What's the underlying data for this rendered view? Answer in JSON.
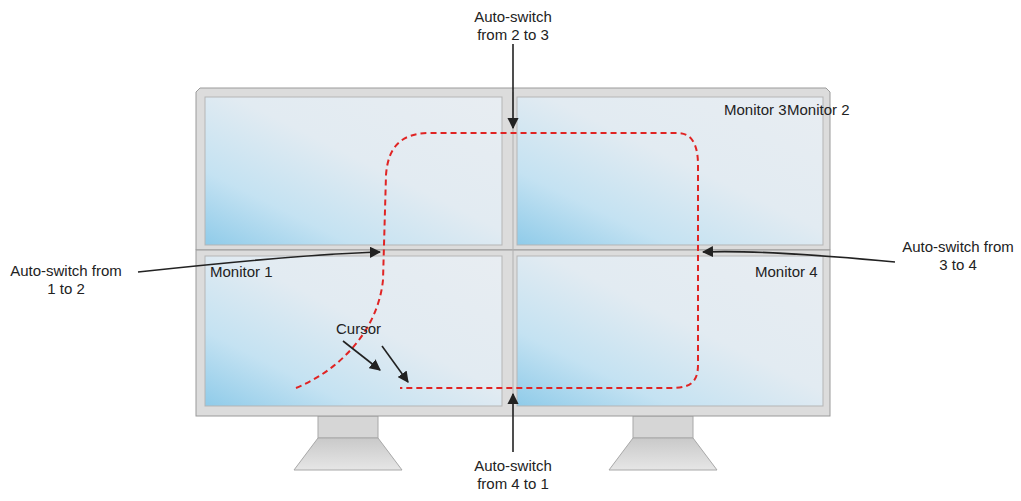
{
  "diagram": {
    "labels": [
      "Auto-switch from 2 to 3",
      "Monitor 3",
      "Monitor 2",
      "Auto-switch from 1 to 2",
      "Monitor 1",
      "Cursor",
      "Auto-switch from 3 to 4",
      "Monitor 4",
      "Auto-switch from 4 to 1"
    ]
  }
}
